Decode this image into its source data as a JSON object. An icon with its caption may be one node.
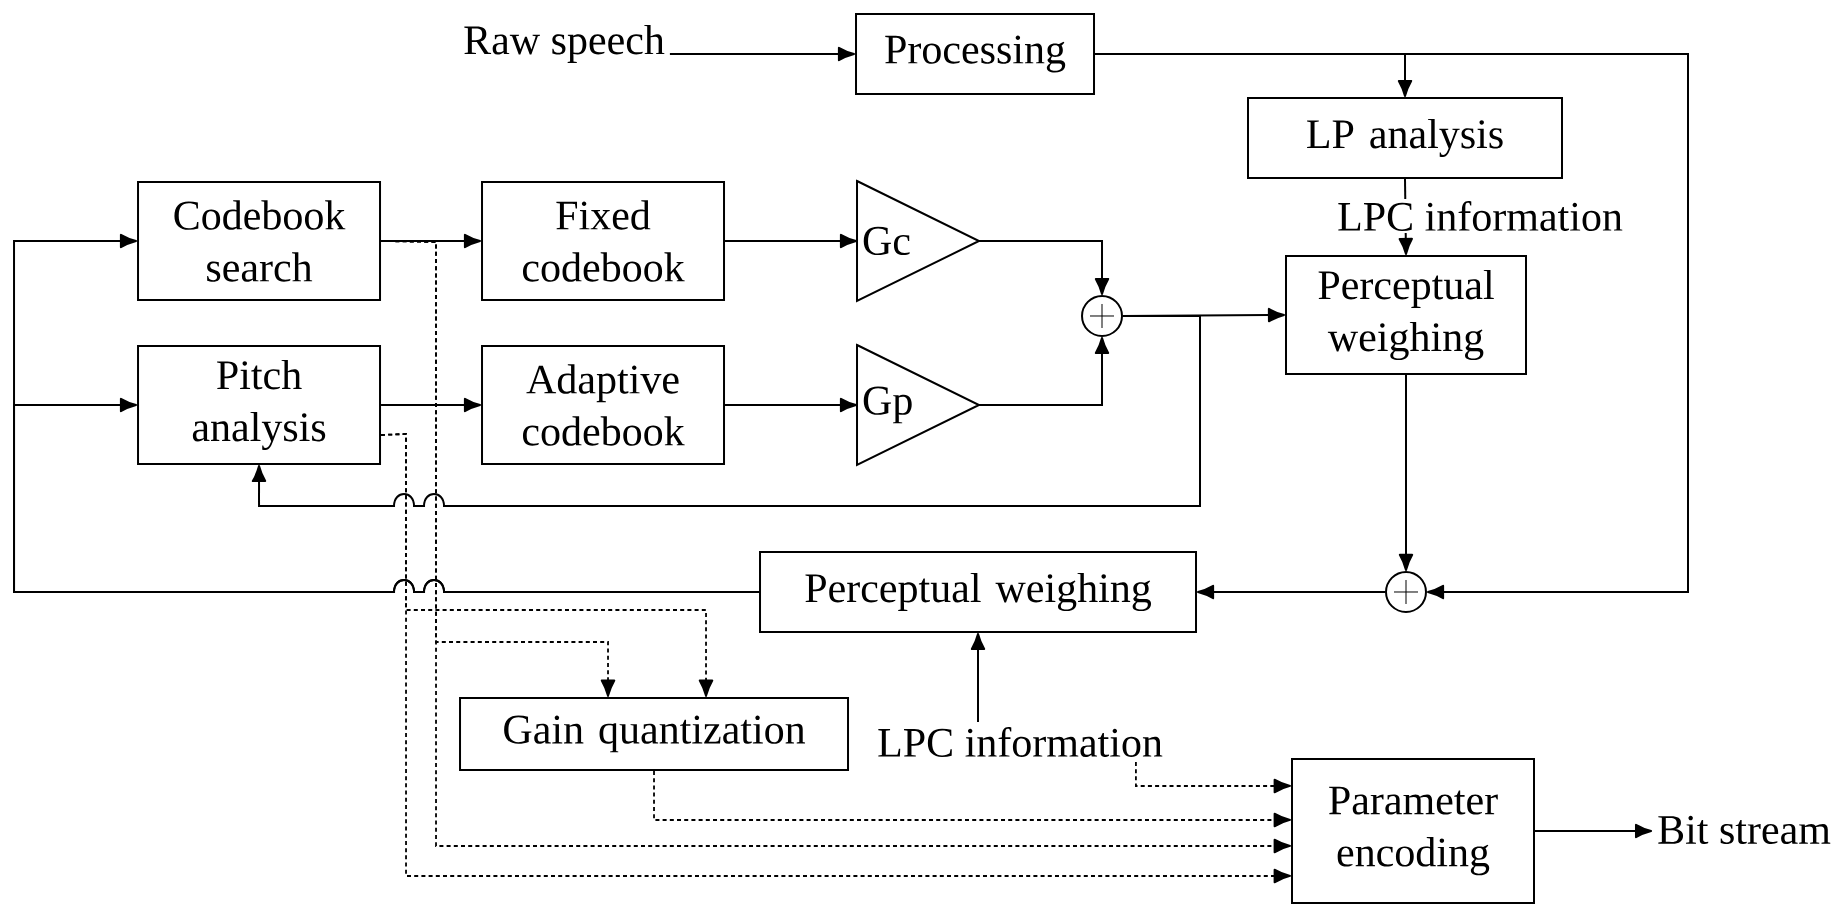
{
  "diagram": {
    "nodes": [
      {
        "text": [
          "Raw speech"
        ]
      },
      {
        "text": [
          "Processing"
        ]
      },
      {
        "text": [
          "LP analysis"
        ]
      },
      {
        "text": [
          "Codebook search"
        ]
      },
      {
        "text": [
          "Fixed codebook"
        ]
      },
      {
        "text": [
          "Gc"
        ]
      },
      {
        "text": [
          "Pitch analysis"
        ]
      },
      {
        "text": [
          "Adaptive codebook"
        ]
      },
      {
        "text": [
          "Gp"
        ]
      },
      {
        "text": [],
        "shape": "circle"
      },
      {
        "text": [
          "Perceptual weighing"
        ]
      },
      {
        "text": [],
        "shape": "circle"
      },
      {
        "text": [
          "Perceptual weighing"
        ]
      },
      {
        "text": [
          "Gain quantization"
        ]
      },
      {
        "text": [
          "LPC information"
        ]
      },
      {
        "text": [
          "Parameter encoding"
        ]
      },
      {
        "text": [
          "Bit stream"
        ]
      }
    ],
    "edges": [
      {
        "from": 0,
        "to": 1,
        "arrow": "to"
      },
      {
        "from": 1,
        "to": 2,
        "arrow": "to"
      },
      {
        "from": 1,
        "to": 11,
        "arrow": "to"
      },
      {
        "from": 2,
        "to": 10,
        "arrow": "to",
        "label": "LPC information"
      },
      {
        "from": 3,
        "to": 4,
        "arrow": "to"
      },
      {
        "from": 4,
        "to": 5,
        "arrow": "to"
      },
      {
        "from": 5,
        "to": 9,
        "arrow": "to"
      },
      {
        "from": 6,
        "to": 7,
        "arrow": "to"
      },
      {
        "from": 7,
        "to": 8,
        "arrow": "to"
      },
      {
        "from": 8,
        "to": 9,
        "arrow": "to"
      },
      {
        "from": 9,
        "to": 10,
        "arrow": "to"
      },
      {
        "from": 9,
        "to": 6,
        "arrow": "to"
      },
      {
        "from": 10,
        "to": 11,
        "arrow": "to"
      },
      {
        "from": 11,
        "to": 12,
        "arrow": "to"
      },
      {
        "from": 12,
        "to": 3,
        "arrow": "to"
      },
      {
        "from": 12,
        "to": 6,
        "arrow": "to"
      },
      {
        "from": 14,
        "to": 12,
        "arrow": "to"
      },
      {
        "from": 3,
        "to": 13,
        "arrow": "to",
        "style": "dashed"
      },
      {
        "from": 6,
        "to": 13,
        "arrow": "to",
        "style": "dashed"
      },
      {
        "from": 14,
        "to": 15,
        "arrow": "to",
        "style": "dashed"
      },
      {
        "from": 13,
        "to": 15,
        "arrow": "to",
        "style": "dashed"
      },
      {
        "from": 3,
        "to": 15,
        "arrow": "to",
        "style": "dashed"
      },
      {
        "from": 6,
        "to": 15,
        "arrow": "to",
        "style": "dashed"
      },
      {
        "from": 15,
        "to": 16,
        "arrow": "to"
      }
    ]
  }
}
